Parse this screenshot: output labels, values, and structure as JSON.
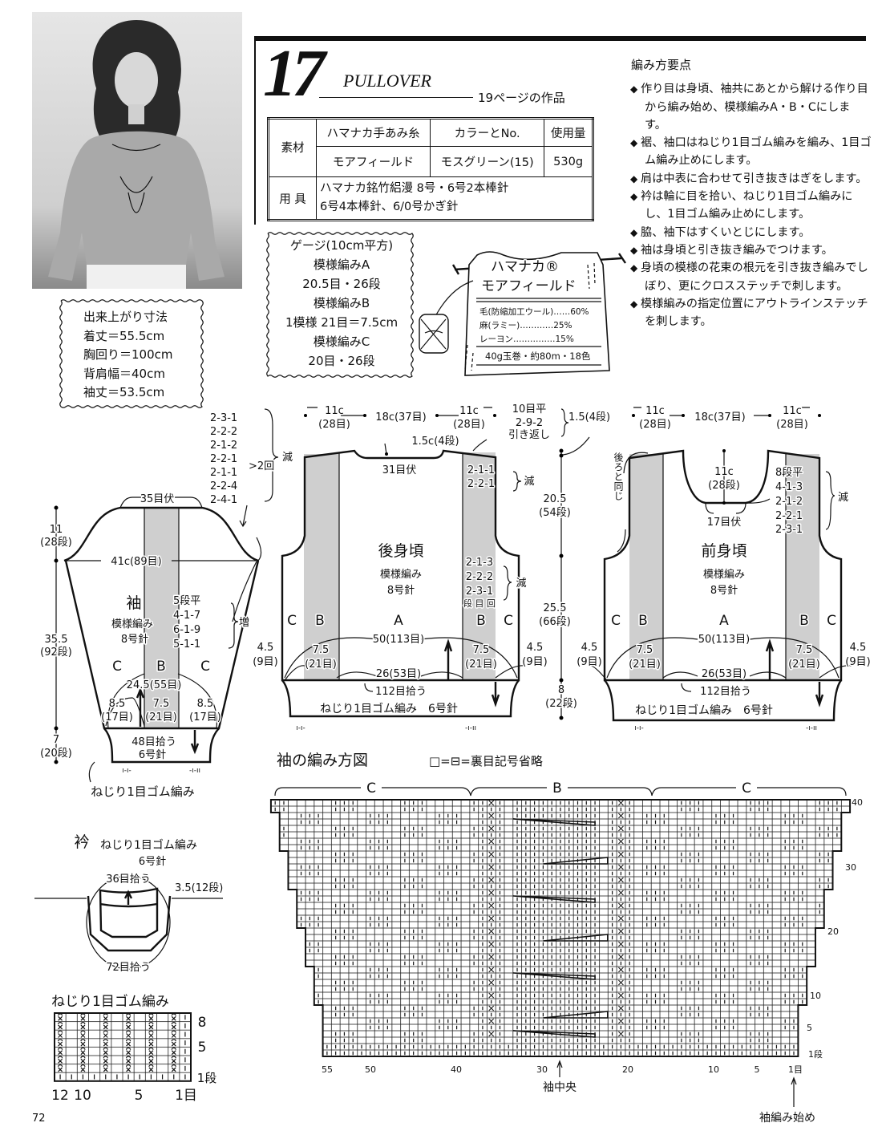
{
  "header": {
    "number": "17",
    "title": "PULLOVER",
    "page_ref": "19ページの作品"
  },
  "materials": {
    "label_material": "素材",
    "col_yarn": "ハマナカ手あみ糸",
    "col_color": "カラーとNo.",
    "col_amount": "使用量",
    "yarn": "モアフィールド",
    "color": "モスグリーン(15)",
    "amount": "530g",
    "label_tools": "用 具",
    "tools_line1": "ハマナカ銘竹絽漫 8号・6号2本棒針",
    "tools_line2": "6号4本棒針、6/0号かぎ針"
  },
  "instructions": {
    "title": "編み方要点",
    "items": [
      "作り目は身頃、袖共にあとから解ける作り目から編み始め、模様編みA・B・Cにします。",
      "裾、袖口はねじり1目ゴム編みを編み、1目ゴム編み止めにします。",
      "肩は中表に合わせて引き抜きはぎをします。",
      "衿は輪に目を拾い、ねじり1目ゴム編みにし、1目ゴム編み止めにします。",
      "脇、袖下はすくいとじにします。",
      "袖は身頃と引き抜き編みでつけます。",
      "身頃の模様の花束の根元を引き抜き編みでしぼり、更にクロスステッチで刺します。",
      "模様編みの指定位置にアウトラインステッチを刺します。"
    ]
  },
  "gauge": {
    "title": "ゲージ(10cm平方)",
    "lines": [
      "模様編みA",
      "20.5目・26段",
      "模様編みB",
      "1模様 21目＝7.5cm",
      "模様編みC",
      "20目・26段"
    ]
  },
  "yarn_label": {
    "brand": "ハマナカ®",
    "name": "モアフィールド",
    "fiber1": "毛(防縮加工ウール)……60%",
    "fiber2": "麻(ラミー)…………25%",
    "fiber3": "レーヨン……………15%",
    "spec": "40g玉巻・約80m・18色"
  },
  "finished_size": {
    "title": "出来上がり寸法",
    "lines": [
      "着丈＝55.5cm",
      "胸回り＝100cm",
      "背肩幅＝40cm",
      "袖丈＝53.5cm"
    ]
  },
  "sleeve": {
    "cap_decreases": [
      "2-3-1",
      "2-2-2",
      "2-1-2",
      "2-2-1",
      "2-1-1",
      "2-2-4",
      "2-4-1"
    ],
    "repeat": ">2回",
    "decrease": "減",
    "cast_off": "35目伏",
    "cap_height": "11",
    "cap_rows": "(28段)",
    "width": "41c(89目)",
    "name": "袖",
    "pattern": "模様編み",
    "needle": "8号針",
    "increases": [
      "5段平",
      "4-1-7",
      "6-1-9",
      "5-1-1"
    ],
    "increase": "増",
    "section_c1": "C",
    "section_b": "B",
    "section_c2": "C",
    "length": "35.5",
    "length_rows": "(92段)",
    "cuff_width": "24.5(55目)",
    "c_width": "8.5",
    "c_sts": "(17目)",
    "b_width": "7.5",
    "b_sts": "(21目)",
    "pickup": "48目拾う",
    "cuff_needle": "6号針",
    "cuff_height": "7",
    "cuff_rows": "(20段)",
    "cuff_rib": "ねじり1目ゴム編み",
    "rib_mark_left": "ı-ı-",
    "rib_mark_right": "-ı-ıı"
  },
  "back": {
    "shoulder": "11c",
    "shoulder_sts": "(28目)",
    "neck": "18c(37目)",
    "shoulder_shaping": [
      "10目平",
      "2-9-2",
      "引き返し"
    ],
    "neck_depth": "1.5c(4段)",
    "neck_cast_off": "31目伏",
    "neck_decreases": [
      "2-1-1",
      "2-2-1"
    ],
    "decrease": "減",
    "name": "後身頃",
    "pattern": "模様編み",
    "needle": "8号針",
    "armhole_decreases": [
      "2-1-3",
      "2-2-2",
      "2-3-1",
      "段 目 回"
    ],
    "sections": [
      "C",
      "B",
      "A",
      "B",
      "C"
    ],
    "width": "50(113目)",
    "c_width": "4.5",
    "c_sts": "(9目)",
    "b_width": "7.5",
    "b_sts": "(21目)",
    "a_width": "26(53目)",
    "pickup": "112目拾う",
    "rib": "ねじり1目ゴム編み　6号針",
    "rib_mark_left": "ı-ı-",
    "rib_mark_right": "-ı-ıı"
  },
  "body_dims": {
    "shoulder_drop": "1.5(4段)",
    "armhole": "20.5",
    "armhole_rows": "(54段)",
    "body": "25.5",
    "body_rows": "(66段)",
    "rib": "8",
    "rib_rows": "(22段)"
  },
  "front": {
    "shoulder": "11c",
    "shoulder_sts": "(28目)",
    "neck": "18c(37目)",
    "neck_depth": "11c",
    "neck_depth_rows": "(28段)",
    "neck_cast_off": "17目伏",
    "neck_decreases": [
      "8段平",
      "4-1-3",
      "2-1-2",
      "2-2-1",
      "2-3-1"
    ],
    "decrease": "減",
    "same_as_back": "後ろと同じ",
    "name": "前身頃",
    "pattern": "模様編み",
    "needle": "8号針",
    "sections": [
      "C",
      "B",
      "A",
      "B",
      "C"
    ],
    "width": "50(113目)",
    "c_width": "4.5",
    "c_sts": "(9目)",
    "b_width": "7.5",
    "b_sts": "(21目)",
    "a_width": "26(53目)",
    "pickup": "112目拾う",
    "rib": "ねじり1目ゴム編み　6号針",
    "rib_mark_left": "ı-ı-",
    "rib_mark_right": "-ı-ıı"
  },
  "collar": {
    "name": "衿",
    "rib": "ねじり1目ゴム編み",
    "needle": "6号針",
    "back_pickup": "36目拾う",
    "height": "3.5(12段)",
    "front_pickup": "72目拾う"
  },
  "rib_chart": {
    "title": "ねじり1目ゴム編み",
    "row_labels": [
      "8",
      "5",
      "1段"
    ],
    "col_labels": [
      "12",
      "10",
      "5",
      "1目"
    ]
  },
  "sleeve_chart": {
    "title": "袖の編み方図",
    "legend": "□=⊟=裏目記号省略",
    "sections": [
      "C",
      "B",
      "C"
    ],
    "row_labels": [
      "40",
      "30",
      "20",
      "10",
      "5",
      "1段"
    ],
    "col_labels": [
      "55",
      "50",
      "40",
      "30",
      "20",
      "10",
      "5",
      "1目"
    ],
    "center_label": "袖中央",
    "start_label": "袖編み始め"
  },
  "page_number": "72"
}
